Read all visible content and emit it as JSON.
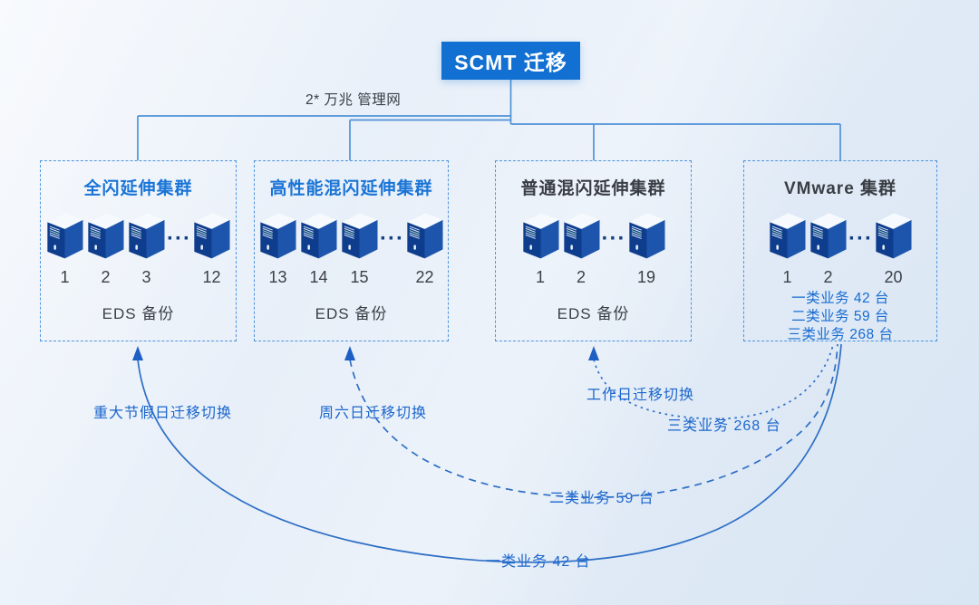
{
  "header": {
    "title": "SCMT 迁移"
  },
  "network": {
    "label": "2* 万兆 管理网"
  },
  "clusters": [
    {
      "name": "全闪延伸集群",
      "numbers": [
        "1",
        "2",
        "3",
        "12"
      ],
      "footer": "EDS 备份"
    },
    {
      "name": "高性能混闪延伸集群",
      "numbers": [
        "13",
        "14",
        "15",
        "22"
      ],
      "footer": "EDS 备份"
    },
    {
      "name": "普通混闪延伸集群",
      "numbers": [
        "1",
        "2",
        "19"
      ],
      "footer": "EDS 备份"
    },
    {
      "name": "VMware 集群",
      "numbers": [
        "1",
        "2",
        "20"
      ],
      "services": [
        "一类业务 42 台",
        "二类业务 59 台",
        "三类业务 268 台"
      ]
    }
  ],
  "flows": [
    {
      "schedule_label": "重大节假日迁移切换",
      "business_label": "一类业务 42 台",
      "line_style": "solid",
      "target_cluster": "全闪延伸集群"
    },
    {
      "schedule_label": "周六日迁移切换",
      "business_label": "二类业务 59 台",
      "line_style": "dashed",
      "target_cluster": "高性能混闪延伸集群"
    },
    {
      "schedule_label": "工作日迁移切换",
      "business_label": "三类业务 268 台",
      "line_style": "dotted",
      "target_cluster": "普通混闪延伸集群"
    }
  ],
  "icons": {
    "ellipsis": "···",
    "server": "server-tower"
  },
  "colors": {
    "header_bg": "#1170d2",
    "cluster_title_blue": "#1a74d6",
    "text_dark": "#3a3f46",
    "connector_line": "#4f92d8",
    "flow_line": "#2e6fc5",
    "flow_label": "#1b66cc",
    "service_text": "#176bd3",
    "box_border": "#4e95dd",
    "server_front": "#0f3d8d",
    "server_side": "#1c55ab",
    "background_top": "#eff4fb",
    "background_bottom": "#d8e5f3"
  }
}
